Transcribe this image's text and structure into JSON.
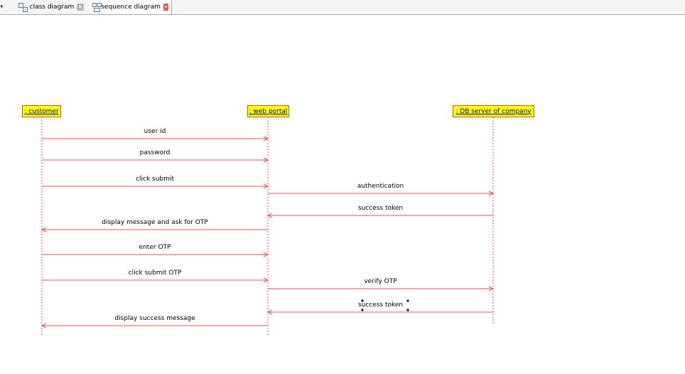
{
  "tabs": [
    {
      "label": "class diagram",
      "icon": "class-diagram-icon",
      "close_icon": "close-icon"
    },
    {
      "label": "sequence diagram",
      "icon": "sequence-diagram-icon",
      "close_icon": "close-icon"
    }
  ],
  "lifelines": [
    {
      "id": "customer",
      "label": ": customer"
    },
    {
      "id": "portal",
      "label": ": web portal"
    },
    {
      "id": "db",
      "label": ": DB server of company"
    }
  ],
  "messages": [
    {
      "from": "customer",
      "to": "portal",
      "label": "user id"
    },
    {
      "from": "customer",
      "to": "portal",
      "label": "password"
    },
    {
      "from": "customer",
      "to": "portal",
      "label": "click submit"
    },
    {
      "from": "portal",
      "to": "db",
      "label": "authentication"
    },
    {
      "from": "db",
      "to": "portal",
      "label": "success token"
    },
    {
      "from": "portal",
      "to": "customer",
      "label": "display message and ask for OTP"
    },
    {
      "from": "customer",
      "to": "portal",
      "label": "enter OTP"
    },
    {
      "from": "customer",
      "to": "portal",
      "label": "click submit OTP"
    },
    {
      "from": "portal",
      "to": "db",
      "label": "verify OTP"
    },
    {
      "from": "db",
      "to": "portal",
      "label": "success token"
    },
    {
      "from": "portal",
      "to": "customer",
      "label": "display success message"
    }
  ],
  "colors": {
    "lifeline_fill": "#ffff00",
    "lifeline_border": "#c86400",
    "message_line": "#ff4d4d",
    "lifeline_text": "#0000cc"
  }
}
